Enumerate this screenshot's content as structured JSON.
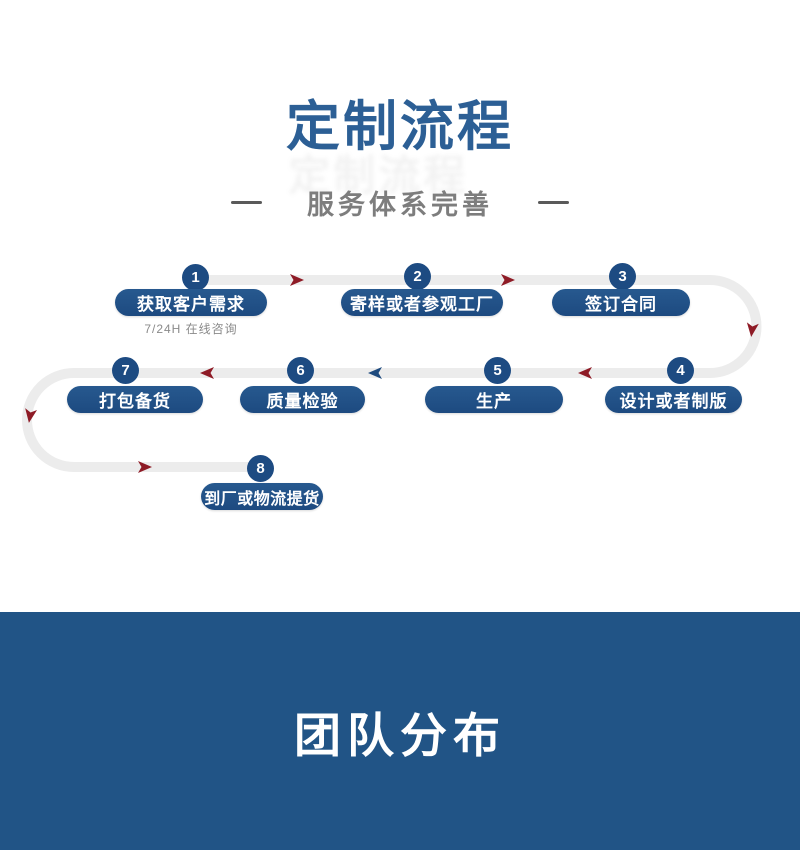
{
  "header": {
    "title": "定制流程",
    "subtitle": "服务体系完善"
  },
  "flow": {
    "steps": [
      {
        "num": "1",
        "label": "获取客户需求",
        "note": "7/24H 在线咨询"
      },
      {
        "num": "2",
        "label": "寄样或者参观工厂"
      },
      {
        "num": "3",
        "label": "签订合同"
      },
      {
        "num": "4",
        "label": "设计或者制版"
      },
      {
        "num": "5",
        "label": "生产"
      },
      {
        "num": "6",
        "label": "质量检验"
      },
      {
        "num": "7",
        "label": "打包备货"
      },
      {
        "num": "8",
        "label": "到厂或物流提货"
      }
    ]
  },
  "team_section": {
    "title": "团队分布"
  },
  "colors": {
    "title_blue": "#2C5F95",
    "pill_blue": "#1D4B82",
    "band_blue": "#215486",
    "track_gray": "#ECECEC",
    "arrow_red": "#8E1B26",
    "arrow_blue": "#1E4A7E",
    "subtitle_gray": "#7D7D7D"
  }
}
